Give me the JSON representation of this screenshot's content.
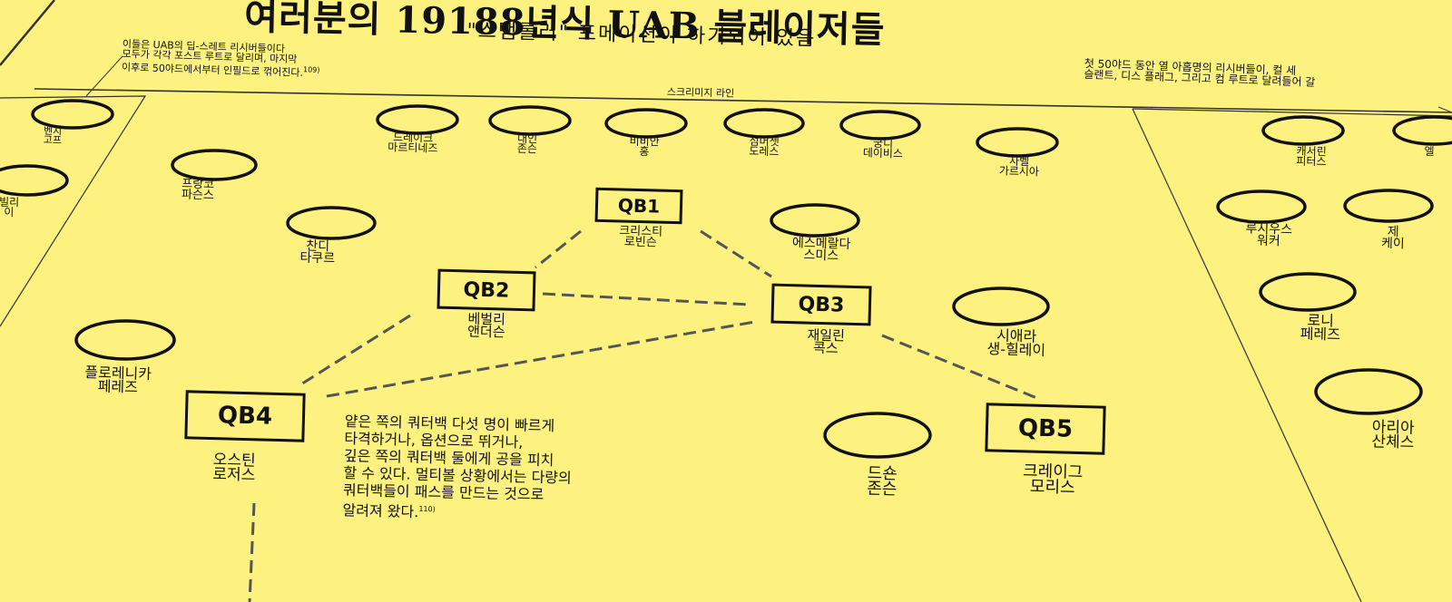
{
  "title": "여러분의 19188년식 UAB 블레이저들",
  "subtitle": "\"스탬롤러\" 포메이션이 하기되어 있음",
  "note_left": "이들은 UAB의 딥-스레트 리시버들이다\n모두가 각각 포스트 루트로 달리며, 마지막\n이후로 50야드에서부터 인필드로 꺾어진다.",
  "note_left_sup": "109)",
  "note_right": "첫 50야드 동안 열 아홉명의 리시버들이, 컬 세\n슬랜트, 디스 플래그, 그리고 컴 루트로 달려들어 갈",
  "scrimmage_label": "스크리미지 라인",
  "body_text": "얕은 쪽의 쿼터백 다섯 명이 빠르게\n타격하거나, 옵션으로 뛰거나,\n깊은 쪽의 쿼터백 둘에게 공을 피치\n할 수 있다. 멀티볼 상황에서는 다량의\n쿼터백들이 패스를 만드는 것으로\n알려져 왔다.",
  "body_sup": "110)",
  "qbs": [
    {
      "id": "QB1",
      "name": "크리스티\n로빈슨"
    },
    {
      "id": "QB2",
      "name": "베벌리\n앤더슨"
    },
    {
      "id": "QB3",
      "name": "재일린\n콕스"
    },
    {
      "id": "QB4",
      "name": "오스틴\n로저스"
    },
    {
      "id": "QB5",
      "name": "크레이그\n모리스"
    }
  ],
  "players": [
    "벤지\n고프",
    "빌리\n이",
    "프랑코\n파슨스",
    "찬디\n타쿠르",
    "플로레니카\n페레즈",
    "드레이크\n마르티네즈",
    "대인\n존슨",
    "비비안\n홍",
    "섬머셋\n도레스",
    "궁디\n데이비스",
    "사벨\n가르시아",
    "에스메랄다\n스미스",
    "시애라\n생-힐레이",
    "드숀\n존슨",
    "캐서린\n피터스",
    "엘",
    "루시우스\n워커",
    "제\n케이",
    "로니\n페레즈",
    "아리아\n산체스"
  ]
}
